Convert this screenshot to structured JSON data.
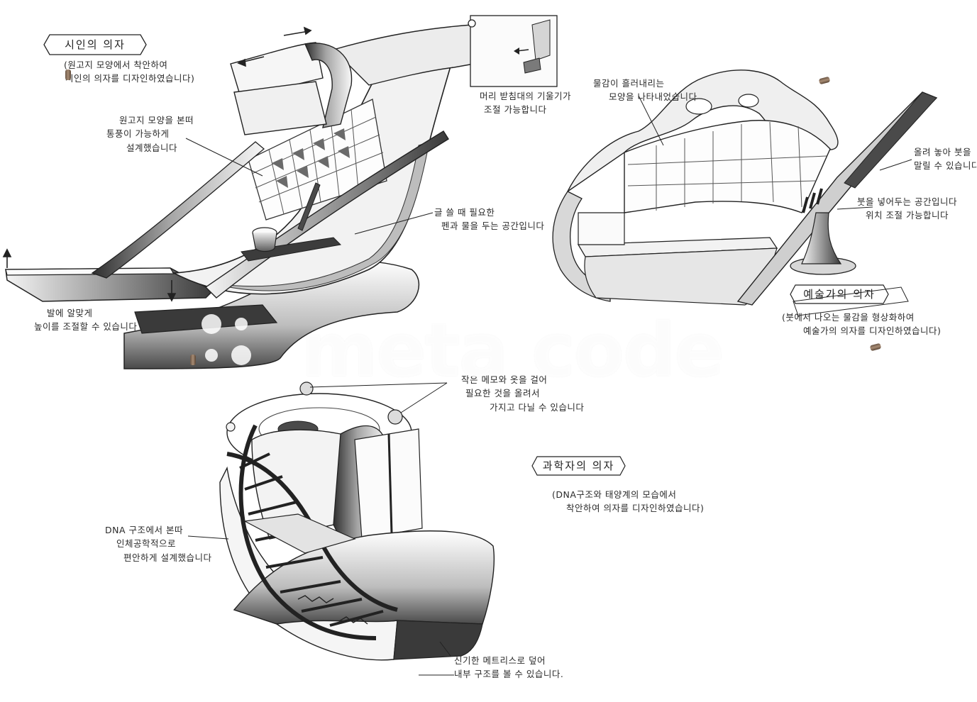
{
  "sketch": {
    "poet": {
      "title": "시인의 의자",
      "subtitle_lines": [
        "(원고지 모양에서 착안하여",
        "시인의 의자를 디자인하였습니다)"
      ],
      "note_header": [
        "머리 받침대의 기울기가",
        "조절 가능합니다"
      ],
      "note_paper": [
        "원고지 모양을 본떠",
        "통풍이 가능하게",
        "설계했습니다"
      ],
      "note_shelf": [
        "글 쓸 때 필요한",
        "펜과 물을 두는 공간입니다"
      ],
      "note_foot": [
        "발에 알맞게",
        "높이를 조절할 수 있습니다"
      ]
    },
    "artist": {
      "title": "예술가의 의자",
      "subtitle_lines": [
        "(붓에서 나오는 물감을 형상화하여",
        "예술가의 의자를 디자인하였습니다)"
      ],
      "note_paint": [
        "물감이 흘러내리는",
        "모양을 나타내었습니다"
      ],
      "note_brush": [
        "올려 놓아 붓을",
        "말릴 수 있습니다"
      ],
      "note_slot": [
        "붓을 넣어두는 공간입니다",
        "위치 조절 가능합니다"
      ]
    },
    "scientist": {
      "title": "과학자의 의자",
      "subtitle_lines": [
        "(DNA구조와 태양계의 모습에서",
        "착안하여 의자를 디자인하였습니다)"
      ],
      "note_orbit": [
        "작은 메모와 옷을 걸어",
        "필요한 것을 올려서",
        "가지고 다닐 수 있습니다"
      ],
      "note_dna": [
        "DNA 구조에서 본따",
        "인체공학적으로",
        "편안하게 설계했습니다"
      ],
      "note_seat": [
        "신기한 메트리스로 덮어",
        "내부 구조를 볼 수 있습니다."
      ]
    }
  },
  "watermark": {
    "text": "meta code"
  },
  "colors": {
    "ink": "#222222",
    "paper": "#ffffff",
    "shade": "#8a8a8a",
    "pin": "#8b7158"
  }
}
